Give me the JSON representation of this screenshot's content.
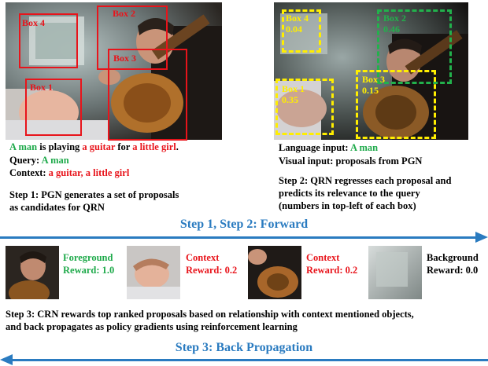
{
  "top_left": {
    "boxes": [
      {
        "label": "Box 4"
      },
      {
        "label": "Box 2"
      },
      {
        "label": "Box 3"
      },
      {
        "label": "Box 1"
      }
    ],
    "sentence": {
      "part1": "A man",
      "part2": " is playing ",
      "part3": "a guitar",
      "part4": " for ",
      "part5": "a little girl",
      "part6": "."
    },
    "query_label": "Query: ",
    "query_value": "A man",
    "context_label": "Context: ",
    "context_value1": "a guitar",
    "context_sep": ", ",
    "context_value2": "a little girl",
    "step1_line1": "Step 1: PGN generates a set of proposals",
    "step1_line2": "as candidates for QRN"
  },
  "top_right": {
    "boxes": [
      {
        "label": "Box 4",
        "score": "0.04"
      },
      {
        "label": "Box 2",
        "score": "0.46"
      },
      {
        "label": "Box 3",
        "score": "0.15"
      },
      {
        "label": "Box 1",
        "score": "0.35"
      }
    ],
    "language_label": "Language input: ",
    "language_value": "A man",
    "visual_input": "Visual input: proposals from PGN",
    "step2_line1": "Step 2: QRN regresses each proposal and",
    "step2_line2": "predicts its relevance to the query",
    "step2_line3": "(numbers in top-left of each box)"
  },
  "forward_title": "Step 1, Step 2: Forward",
  "rewards": [
    {
      "line1": "Foreground",
      "line2": "Reward: 1.0",
      "color": "#1faa4b"
    },
    {
      "line1": "Context",
      "line2": "Reward: 0.2",
      "color": "#e8141b"
    },
    {
      "line1": "Context",
      "line2": "Reward: 0.2",
      "color": "#e8141b"
    },
    {
      "line1": "Background",
      "line2": "Reward: 0.0",
      "color": "#000000"
    }
  ],
  "step3_line1": "Step 3: CRN rewards top ranked proposals based on relationship with context mentioned objects,",
  "step3_line2": "and back propagates as policy gradients using reinforcement learning",
  "backprop_title": "Step 3: Back Propagation",
  "colors": {
    "green": "#1faa4b",
    "red": "#e8141b",
    "yellow": "#ffee00",
    "dash_green": "#22b14c",
    "arrow_blue": "#2a7bc0"
  }
}
